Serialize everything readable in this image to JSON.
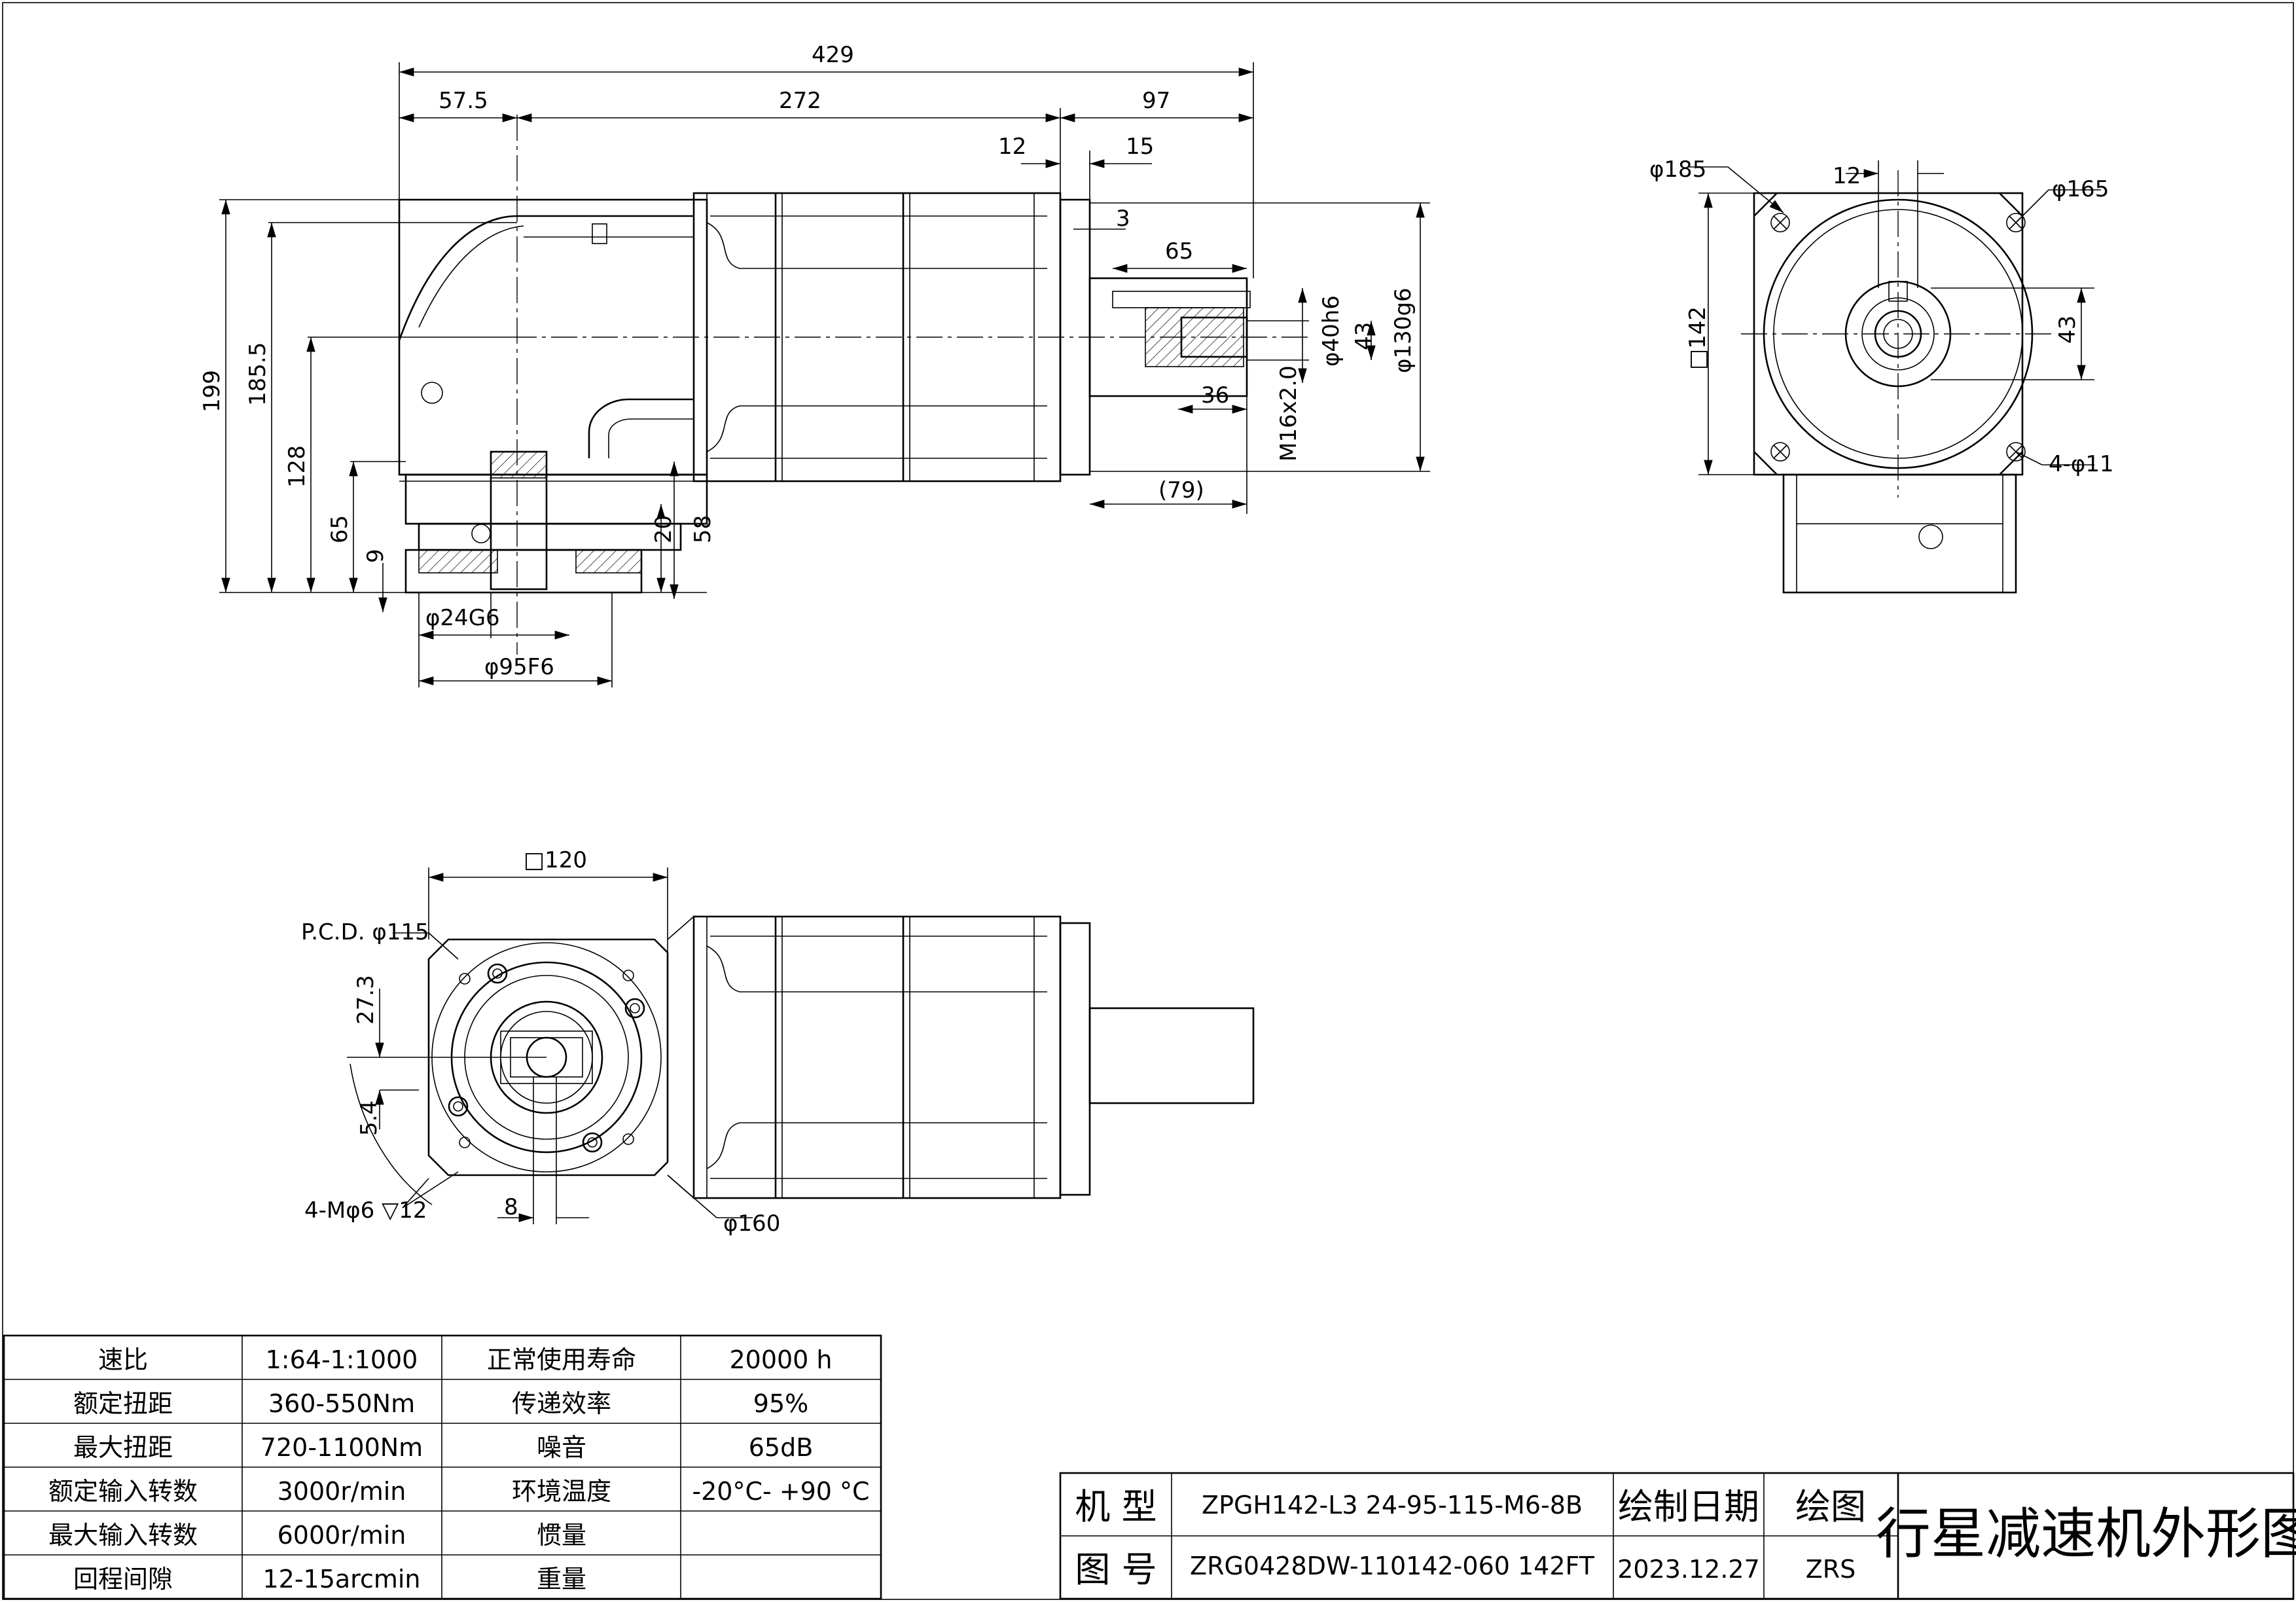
{
  "drawing": {
    "front_view_dims": {
      "overall_length": "429",
      "input_offset": "57.5",
      "body_length": "272",
      "shaft_length": "97",
      "flange_thk": "12",
      "shaft_step": "15",
      "shoulder": "3",
      "key_length": "65",
      "key_offset": "36",
      "shaft_dia": "φ40h6",
      "key_height": "43",
      "pilot_dia": "φ130g6",
      "thread": "M16x2.0",
      "shaft_ref": "(79)",
      "height_total": "199",
      "height_185": "185.5",
      "height_128": "128",
      "height_65": "65",
      "dim_9": "9",
      "dim_20": "20",
      "dim_58": "58",
      "input_bore": "φ24G6",
      "input_pilot": "φ95F6"
    },
    "end_view_dims": {
      "flange_dia": "φ185",
      "key_width": "12",
      "pcd": "φ165",
      "square": "□142",
      "key_depth": "43",
      "holes": "4-φ11"
    },
    "top_view_dims": {
      "square": "□120",
      "pcd": "P.C.D. φ115",
      "key_depth": "27.3",
      "keyway_depth": "5.4",
      "holes": "4-Mφ6 ▽12",
      "key_width": "8",
      "body_dia": "φ160"
    }
  },
  "spec_table": {
    "rows": [
      {
        "label1": "速比",
        "value1": "1:64-1:1000",
        "label2": "正常使用寿命",
        "value2": "20000 h"
      },
      {
        "label1": "额定扭距",
        "value1": "360-550Nm",
        "label2": "传递效率",
        "value2": "95%"
      },
      {
        "label1": "最大扭距",
        "value1": "720-1100Nm",
        "label2": "噪音",
        "value2": "65dB"
      },
      {
        "label1": "额定输入转数",
        "value1": "3000r/min",
        "label2": "环境温度",
        "value2": "-20°C- +90 °C"
      },
      {
        "label1": "最大输入转数",
        "value1": "6000r/min",
        "label2": "惯量",
        "value2": ""
      },
      {
        "label1": "回程间隙",
        "value1": "12-15arcmin",
        "label2": "重量",
        "value2": ""
      }
    ]
  },
  "title_block": {
    "model_label": "机 型",
    "model_value": "ZPGH142-L3 24-95-115-M6-8B",
    "drawing_no_label": "图 号",
    "drawing_no_value": "ZRG0428DW-110142-060 142FT",
    "date_label": "绘制日期",
    "date_value": "2023.12.27",
    "drafter_label": "绘图",
    "drafter_value": "ZRS",
    "title": "行星减速机外形图"
  }
}
